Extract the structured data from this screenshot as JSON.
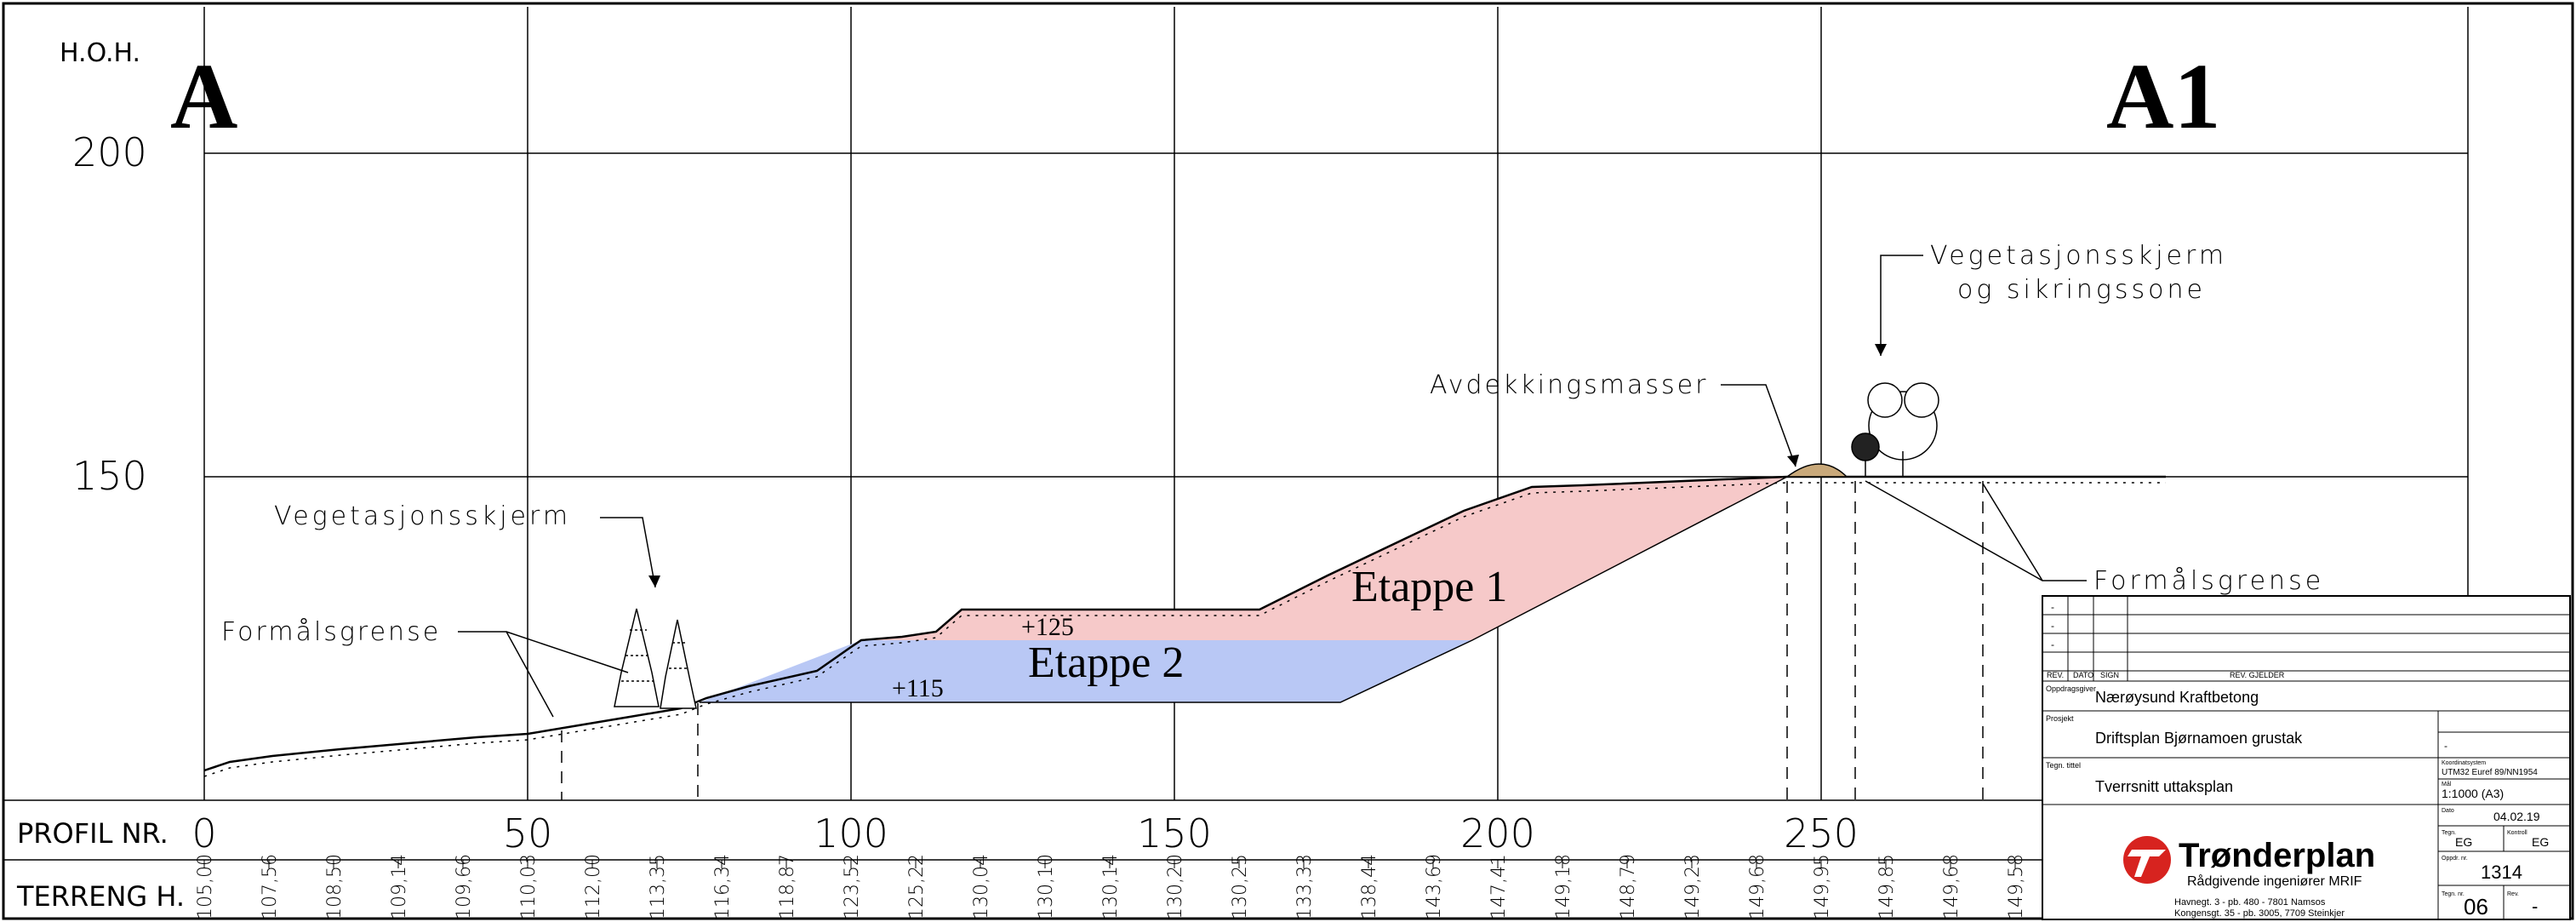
{
  "axis": {
    "ylabel": "H.O.H.",
    "yticks": [
      "200",
      "150"
    ],
    "xticks": [
      "0",
      "50",
      "100",
      "150",
      "200",
      "250"
    ],
    "row_profil": "PROFIL NR.",
    "row_terreng": "TERRENG H."
  },
  "section": {
    "left": "A",
    "right": "A1"
  },
  "terrain_heights": [
    "105,00",
    "107,56",
    "108,50",
    "109,14",
    "109,66",
    "110,03",
    "112,00",
    "113,35",
    "116,34",
    "118,87",
    "123,52",
    "125,22",
    "130,04",
    "130,10",
    "130,14",
    "130,20",
    "130,25",
    "133,33",
    "138,44",
    "143,69",
    "147,41",
    "149,18",
    "148,79",
    "149,23",
    "149,68",
    "149,95",
    "149,85",
    "149,68",
    "149,58"
  ],
  "labels": {
    "vegskjerm_left": "Vegetasjonsskjerm",
    "formal_left": "Formålsgrense",
    "avdekking": "Avdekkingsmasser",
    "vegskjerm_right_1": "Vegetasjonsskjerm",
    "vegskjerm_right_2": "og sikringssone",
    "formal_right": "Formålsgrense",
    "etappe1": "Etappe 1",
    "etappe2": "Etappe 2",
    "level125": "+125",
    "level115": "+115"
  },
  "titleblock": {
    "rev_head": [
      "REV.",
      "DATO",
      "SIGN",
      "REV. GJELDER"
    ],
    "rev_dashes": [
      "-",
      "-",
      "-"
    ],
    "oppdragsgiver_label": "Oppdragsgiver",
    "oppdragsgiver": "Nærøysund Kraftbetong",
    "prosjekt_label": "Prosjekt",
    "prosjekt": "Driftsplan Bjørnamoen grustak",
    "tegn_tittel_label": "Tegn. tittel",
    "tegn_tittel": "Tverrsnitt uttaksplan",
    "koord_label": "Koordinatsystem",
    "koord": "UTM32 Euref 89/NN1954",
    "maal_label": "Mål",
    "maal": "1:1000 (A3)",
    "dato_label": "Dato",
    "dato": "04.02.19",
    "tegn_label": "Tegn.",
    "tegn": "EG",
    "kontr_label": "Kontroll",
    "kontr": "EG",
    "oppdr_label": "Oppdr. nr.",
    "oppdr": "1314",
    "tegnnr_label": "Tegn. nr.",
    "tegnnr": "06",
    "rev_label": "Rev.",
    "rev": "-",
    "company": "Trønderplan",
    "company_sub": "Rådgivende ingeniører MRIF",
    "addr1": "Havnegt. 3 - pb. 480 - 7801 Namsos",
    "addr2": "Kongensgt. 35 - pb. 3005, 7709 Steinkjer",
    "top_dash": "-"
  },
  "colors": {
    "etappe1": "#f6c9c9",
    "etappe2": "#b9c8f5",
    "soil": "#c9a97a",
    "logo_red": "#d7231f"
  }
}
